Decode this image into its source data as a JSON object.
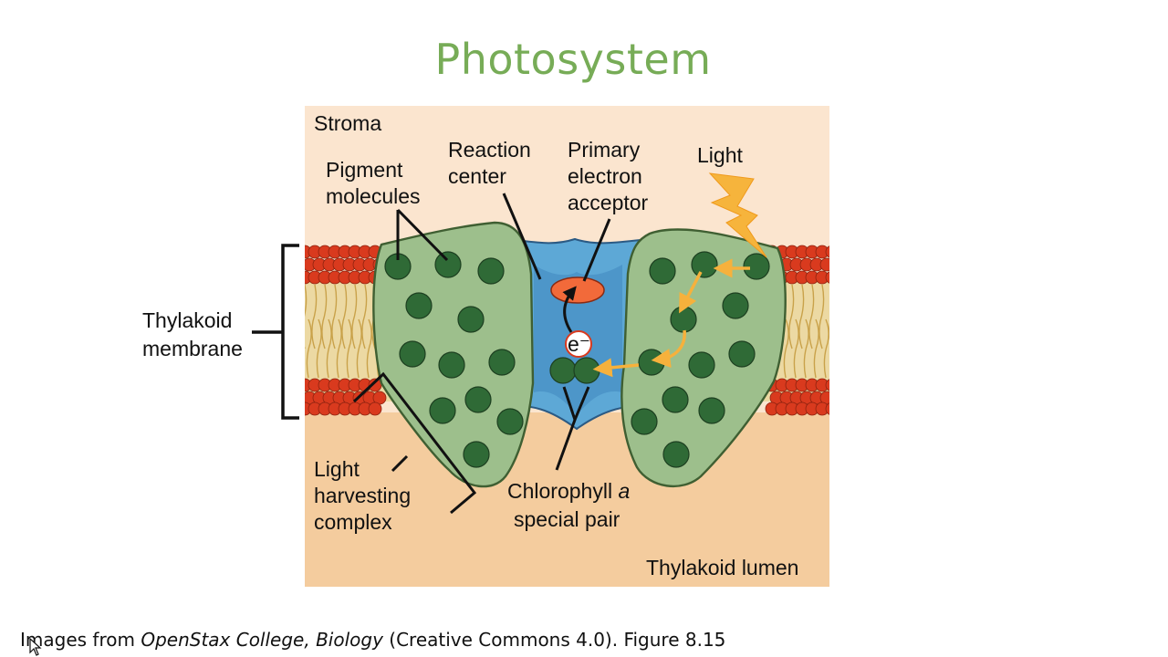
{
  "slide": {
    "title": "Photosystem"
  },
  "labels": {
    "stroma": "Stroma",
    "reaction_center": [
      "Reaction",
      "center"
    ],
    "primary_acceptor": [
      "Primary",
      "electron",
      "acceptor"
    ],
    "light": "Light",
    "pigment_molecules": [
      "Pigment",
      "molecules"
    ],
    "thylakoid_membrane": [
      "Thylakoid",
      "membrane"
    ],
    "electron": "e⁻",
    "light_harvesting": [
      "Light",
      "harvesting",
      "complex"
    ],
    "chlorophyll_line1_a": "Chlorophyll ",
    "chlorophyll_line1_b": "a",
    "chlorophyll_line2": "special pair",
    "thylakoid_lumen": "Thylakoid lumen"
  },
  "caption": {
    "prefix": "Images from ",
    "source_italic": "OpenStax College, Biology",
    "suffix": " (Creative Commons 4.0).  Figure 8.15"
  },
  "colors": {
    "title": "#77ac57",
    "stroma_bg": "#fbe5cf",
    "lumen_bg": "#f4cc9e",
    "lipid_head": "#d93a1e",
    "lipid_tail": "#e8d48c",
    "complex_fill": "#9dbf8c",
    "pigment": "#2f6a36",
    "reaction_center": "#5da8d6",
    "acceptor": "#f26a3a",
    "light_bolt": "#f6b43c",
    "energy_arrow": "#f6b13c"
  }
}
